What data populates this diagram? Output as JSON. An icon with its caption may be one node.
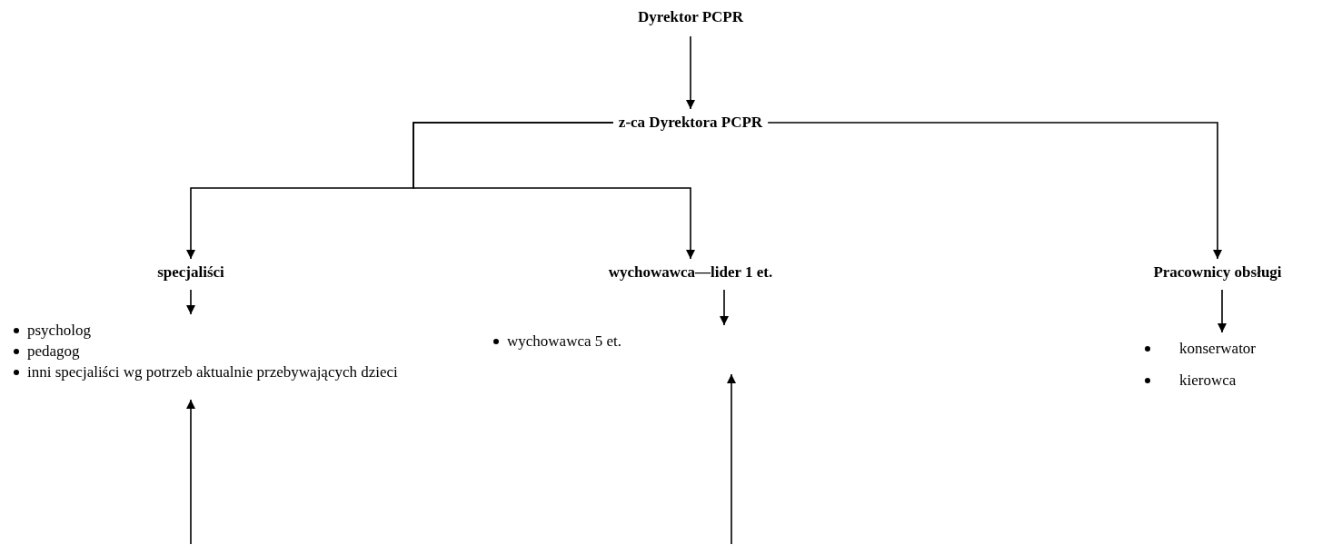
{
  "diagram": {
    "nodes": [
      {
        "text": [
          "Dyrektor PCPR"
        ]
      },
      {
        "text": [
          "z-ca Dyrektora PCPR"
        ]
      },
      {
        "text": [
          "specjaliści"
        ]
      },
      {
        "text": [
          "wychowawca—lider 1 et."
        ]
      },
      {
        "text": [
          "Pracownicy obsługi"
        ]
      },
      {
        "text": [
          "psycholog",
          "pedagog",
          "inni specjaliści wg potrzeb aktualnie przebywających dzieci"
        ]
      },
      {
        "text": [
          "wychowawca 5 et."
        ]
      },
      {
        "text": [
          "konserwator",
          "kierowca"
        ]
      }
    ],
    "edges": [
      {
        "from": 0,
        "to": 1,
        "arrow": "to"
      },
      {
        "from": 1,
        "to": 2,
        "arrow": "to"
      },
      {
        "from": 1,
        "to": 3,
        "arrow": "to"
      },
      {
        "from": 1,
        "to": 4,
        "arrow": "to"
      },
      {
        "from": 2,
        "to": 5,
        "arrow": "to"
      },
      {
        "from": 3,
        "to": 6,
        "arrow": "to"
      },
      {
        "from": 4,
        "to": 7,
        "arrow": "to"
      },
      {
        "from": null,
        "to": 5,
        "arrow": "to"
      },
      {
        "from": null,
        "to": 6,
        "arrow": "to"
      }
    ]
  }
}
